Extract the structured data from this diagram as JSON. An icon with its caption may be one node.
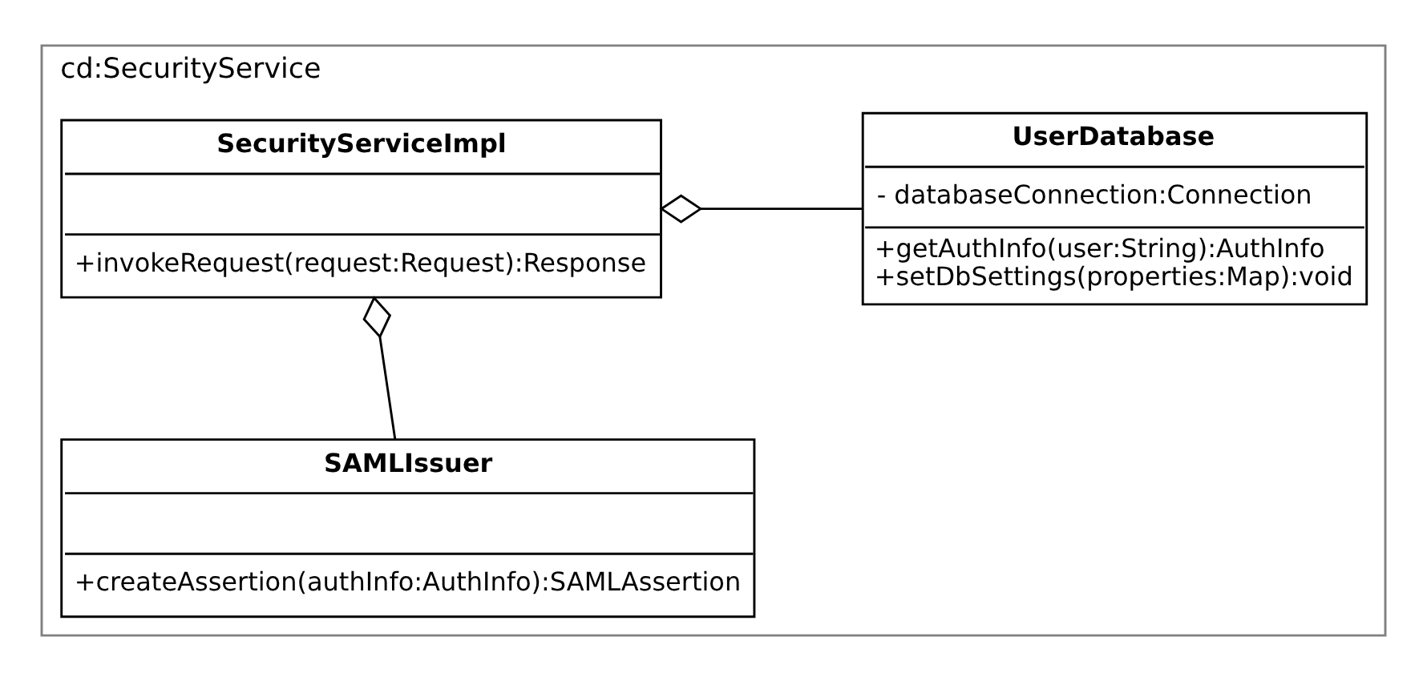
{
  "diagram": {
    "nodes": [
      {
        "text": [
          "cd:SecurityService"
        ]
      },
      {
        "text": [
          "SecurityServiceImpl",
          "+invokeRequest(request:Request):Response"
        ],
        "in": 0
      },
      {
        "text": [
          "UserDatabase",
          "- databaseConnection:Connection",
          "+getAuthInfo(user:String):AuthInfo",
          "+setDbSettings(properties:Map):void"
        ],
        "in": 0
      },
      {
        "text": [
          "SAMLIssuer",
          "+createAssertion(authInfo:AuthInfo):SAMLAssertion"
        ],
        "in": 0
      }
    ],
    "edges": [
      {
        "from": 2,
        "to": 1,
        "arrow": "other"
      },
      {
        "from": 3,
        "to": 1,
        "arrow": "other"
      }
    ]
  }
}
